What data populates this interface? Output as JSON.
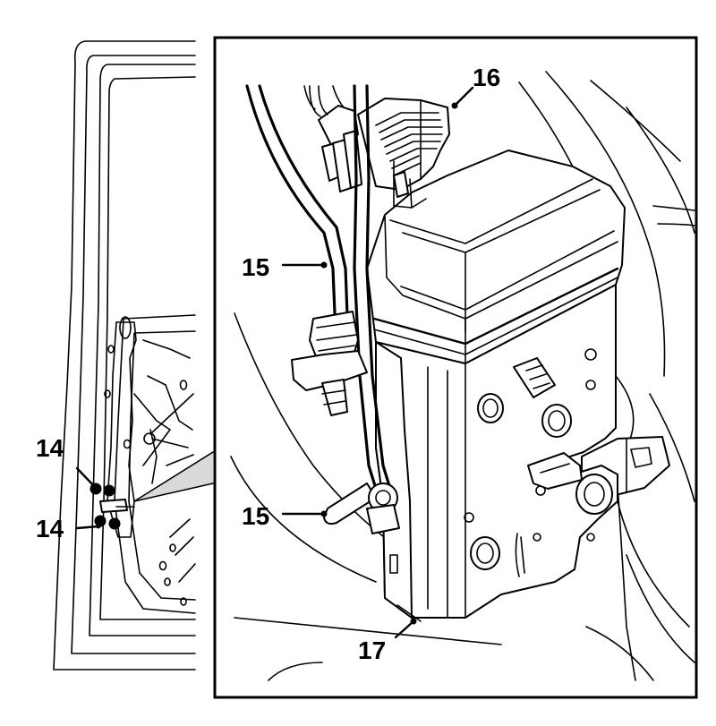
{
  "callouts": {
    "door_upper": "14",
    "door_lower": "14",
    "rod_upper": "15",
    "rod_lower": "15",
    "connector": "16",
    "lock": "17"
  },
  "colors": {
    "line": "#000000",
    "background": "#ffffff"
  }
}
